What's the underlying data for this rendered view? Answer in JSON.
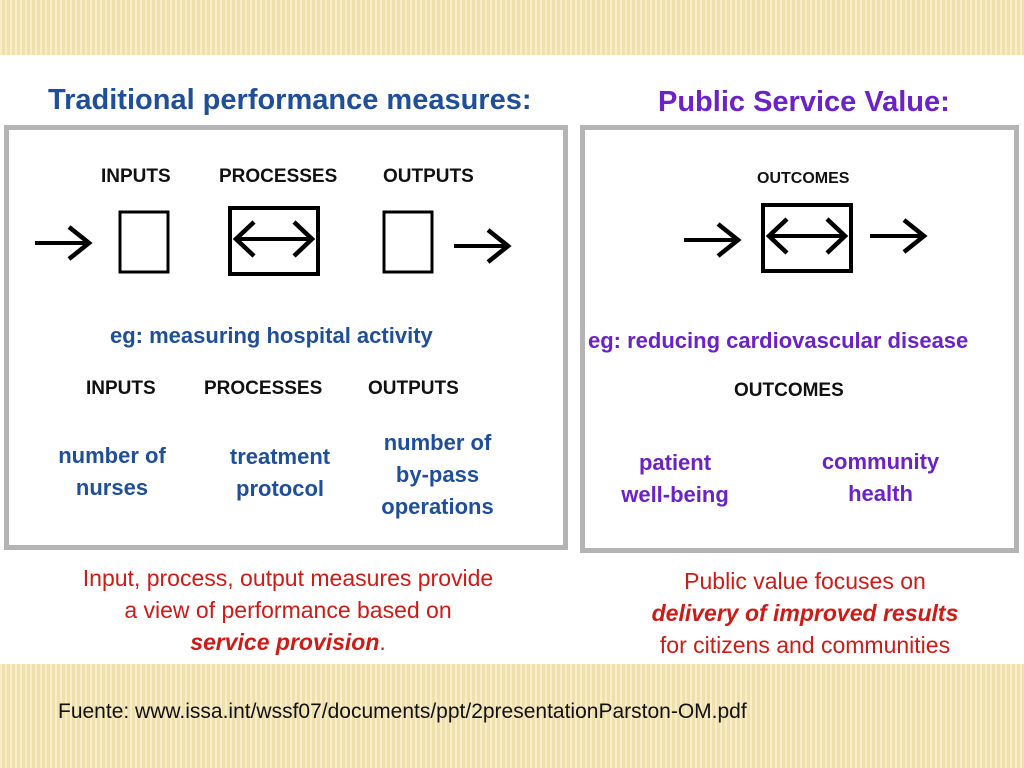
{
  "left": {
    "title": "Traditional performance measures:",
    "headers": [
      "INPUTS",
      "PROCESSES",
      "OUTPUTS"
    ],
    "example_label": "eg: measuring hospital activity",
    "example_headers": [
      "INPUTS",
      "PROCESSES",
      "OUTPUTS"
    ],
    "examples": {
      "inputs": [
        "number of",
        "nurses"
      ],
      "processes": [
        "treatment",
        "protocol"
      ],
      "outputs": [
        "number of",
        "by-pass",
        "operations"
      ]
    },
    "note": {
      "line1": "Input, process, output measures provide",
      "line2": "a view of performance based on",
      "emphasis": "service provision",
      "suffix": "."
    }
  },
  "right": {
    "title": "Public Service Value:",
    "header": "OUTCOMES",
    "example_label": "eg: reducing cardiovascular disease",
    "example_header": "OUTCOMES",
    "examples": {
      "first": [
        "patient",
        "well-being"
      ],
      "second": [
        "community",
        "health"
      ]
    },
    "note": {
      "line1": "Public value focuses on",
      "emphasis": "delivery of improved results",
      "line3": "for citizens and communities"
    }
  },
  "source": "Fuente: www.issa.int/wssf07/documents/ppt/2presentationParston-OM.pdf",
  "colors": {
    "blue": "#1f4e9a",
    "purple": "#6b22c8",
    "red": "#d01a16",
    "border": "#b4b4b4",
    "band": "#f7e8b4"
  },
  "icons": [
    "arrow-right-icon",
    "empty-box-icon",
    "double-arrow-box-icon"
  ]
}
